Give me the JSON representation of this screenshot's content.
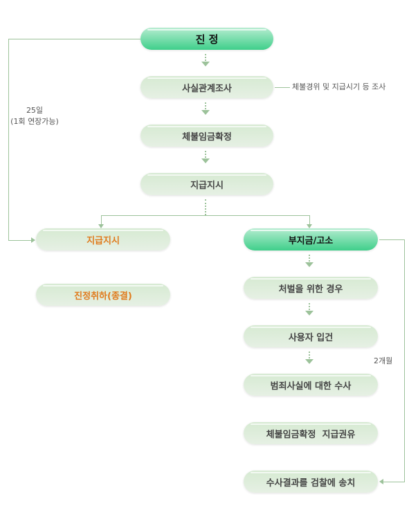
{
  "main_flow": [
    "진 정",
    "사실관계조사",
    "체불임금확정",
    "지급지시"
  ],
  "side_note": "체불경위 및 지급시기 등 조사",
  "left_loop_label": {
    "line1": "25일",
    "line2": "(1회 연장가능)"
  },
  "left_branch": [
    "지급지시",
    "진정취하(종결)"
  ],
  "right_branch": [
    "부지금/고소",
    "처벌을 위한 경우",
    "사용자 입건",
    "범죄사실에 대한 수사",
    "체불임금확정  지급권유",
    "수사결과를 검찰에 송치"
  ],
  "right_loop_label": "2개월",
  "colors": {
    "highlight": "#3fcf8a",
    "node": "#dcecd8",
    "orange_text": "#e07a1c",
    "connector": "#9cc29a"
  }
}
